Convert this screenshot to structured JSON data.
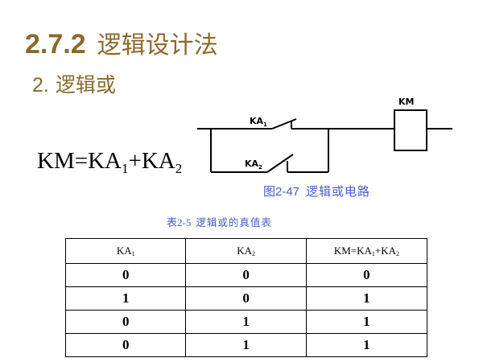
{
  "heading": {
    "number": "2.7.2",
    "text": "逻辑设计法"
  },
  "subheading": {
    "number": "2.",
    "text": "逻辑或"
  },
  "formula": {
    "lhs": "KM",
    "eq": "=",
    "term1": "KA",
    "term1_sub": "1",
    "plus": "+",
    "term2": "KA",
    "term2_sub": "2"
  },
  "circuit": {
    "coil_label": "KM",
    "contact1_label": "KA",
    "contact1_sub": "1",
    "contact2_label": "KA",
    "contact2_sub": "2"
  },
  "figure_caption": {
    "number": "图2-47",
    "text": "逻辑或电路"
  },
  "table_caption": {
    "number": "表2-5",
    "text": "逻辑或的真值表"
  },
  "truth_table": {
    "headers": [
      {
        "main": "KA",
        "sub": "1",
        "tail": ""
      },
      {
        "main": "KA",
        "sub": "2",
        "tail": ""
      },
      {
        "main": "KM=KA",
        "sub": "1",
        "tail": "+KA",
        "sub2": "2"
      }
    ],
    "rows": [
      [
        "0",
        "0",
        "0"
      ],
      [
        "1",
        "0",
        "1"
      ],
      [
        "0",
        "1",
        "1"
      ],
      [
        "0",
        "1",
        "1"
      ]
    ]
  }
}
